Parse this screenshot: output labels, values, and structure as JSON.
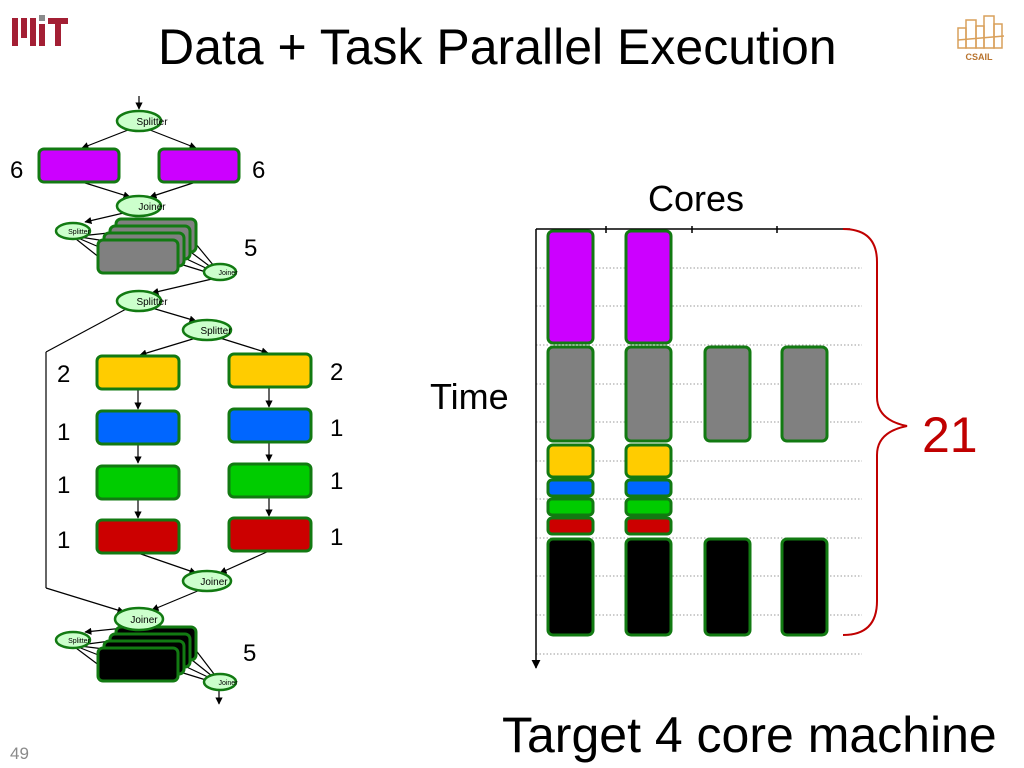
{
  "slide": {
    "title": "Data + Task Parallel Execution",
    "page_number": "49",
    "logos": {
      "left": "MIT",
      "right": "CSAIL"
    }
  },
  "graph": {
    "splitter": "Splitter",
    "joiner": "Joiner",
    "splitter_short": "Splitter",
    "joiner_short": "Joiner",
    "work": {
      "stage1_left": "6",
      "stage1_right": "6",
      "stage2": "5",
      "yellow_left": "2",
      "yellow_right": "2",
      "blue_left": "1",
      "blue_right": "1",
      "green_left": "1",
      "green_right": "1",
      "red_left": "1",
      "red_right": "1",
      "stage_last": "5"
    }
  },
  "schedule": {
    "x_label": "Cores",
    "y_label": "Time",
    "total_label": "21",
    "caption": "Target 4 core machine"
  },
  "colors": {
    "purple": "#cc00ff",
    "gray": "#808080",
    "yellow": "#ffcc00",
    "blue": "#0066ff",
    "green": "#00cc00",
    "red": "#cc0000",
    "black": "#000000",
    "border_green": "#127a12",
    "oval_fill": "#ccffcc",
    "mit_red": "#a31f34",
    "brace": "#c00000"
  }
}
